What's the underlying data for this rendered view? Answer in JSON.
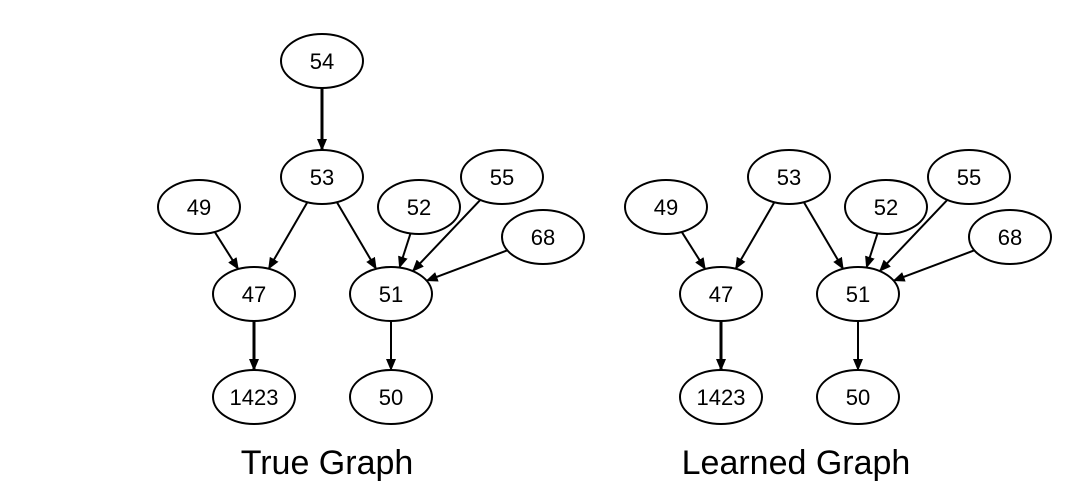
{
  "graphs": [
    {
      "id": "true",
      "caption": "True Graph",
      "nodes": [
        {
          "id": "54",
          "label": "54"
        },
        {
          "id": "53",
          "label": "53"
        },
        {
          "id": "49",
          "label": "49"
        },
        {
          "id": "52",
          "label": "52"
        },
        {
          "id": "55",
          "label": "55"
        },
        {
          "id": "68",
          "label": "68"
        },
        {
          "id": "47",
          "label": "47"
        },
        {
          "id": "51",
          "label": "51"
        },
        {
          "id": "1423",
          "label": "1423"
        },
        {
          "id": "50",
          "label": "50"
        }
      ],
      "edges": [
        {
          "from": "54",
          "to": "53"
        },
        {
          "from": "53",
          "to": "47"
        },
        {
          "from": "53",
          "to": "51"
        },
        {
          "from": "49",
          "to": "47"
        },
        {
          "from": "52",
          "to": "51"
        },
        {
          "from": "55",
          "to": "51"
        },
        {
          "from": "68",
          "to": "51"
        },
        {
          "from": "47",
          "to": "1423"
        },
        {
          "from": "51",
          "to": "50"
        }
      ]
    },
    {
      "id": "learned",
      "caption": "Learned Graph",
      "nodes": [
        {
          "id": "53",
          "label": "53"
        },
        {
          "id": "49",
          "label": "49"
        },
        {
          "id": "52",
          "label": "52"
        },
        {
          "id": "55",
          "label": "55"
        },
        {
          "id": "68",
          "label": "68"
        },
        {
          "id": "47",
          "label": "47"
        },
        {
          "id": "51",
          "label": "51"
        },
        {
          "id": "1423",
          "label": "1423"
        },
        {
          "id": "50",
          "label": "50"
        }
      ],
      "edges": [
        {
          "from": "53",
          "to": "47"
        },
        {
          "from": "53",
          "to": "51"
        },
        {
          "from": "49",
          "to": "47"
        },
        {
          "from": "52",
          "to": "51"
        },
        {
          "from": "55",
          "to": "51"
        },
        {
          "from": "68",
          "to": "51"
        },
        {
          "from": "47",
          "to": "1423"
        },
        {
          "from": "51",
          "to": "50"
        }
      ]
    }
  ]
}
